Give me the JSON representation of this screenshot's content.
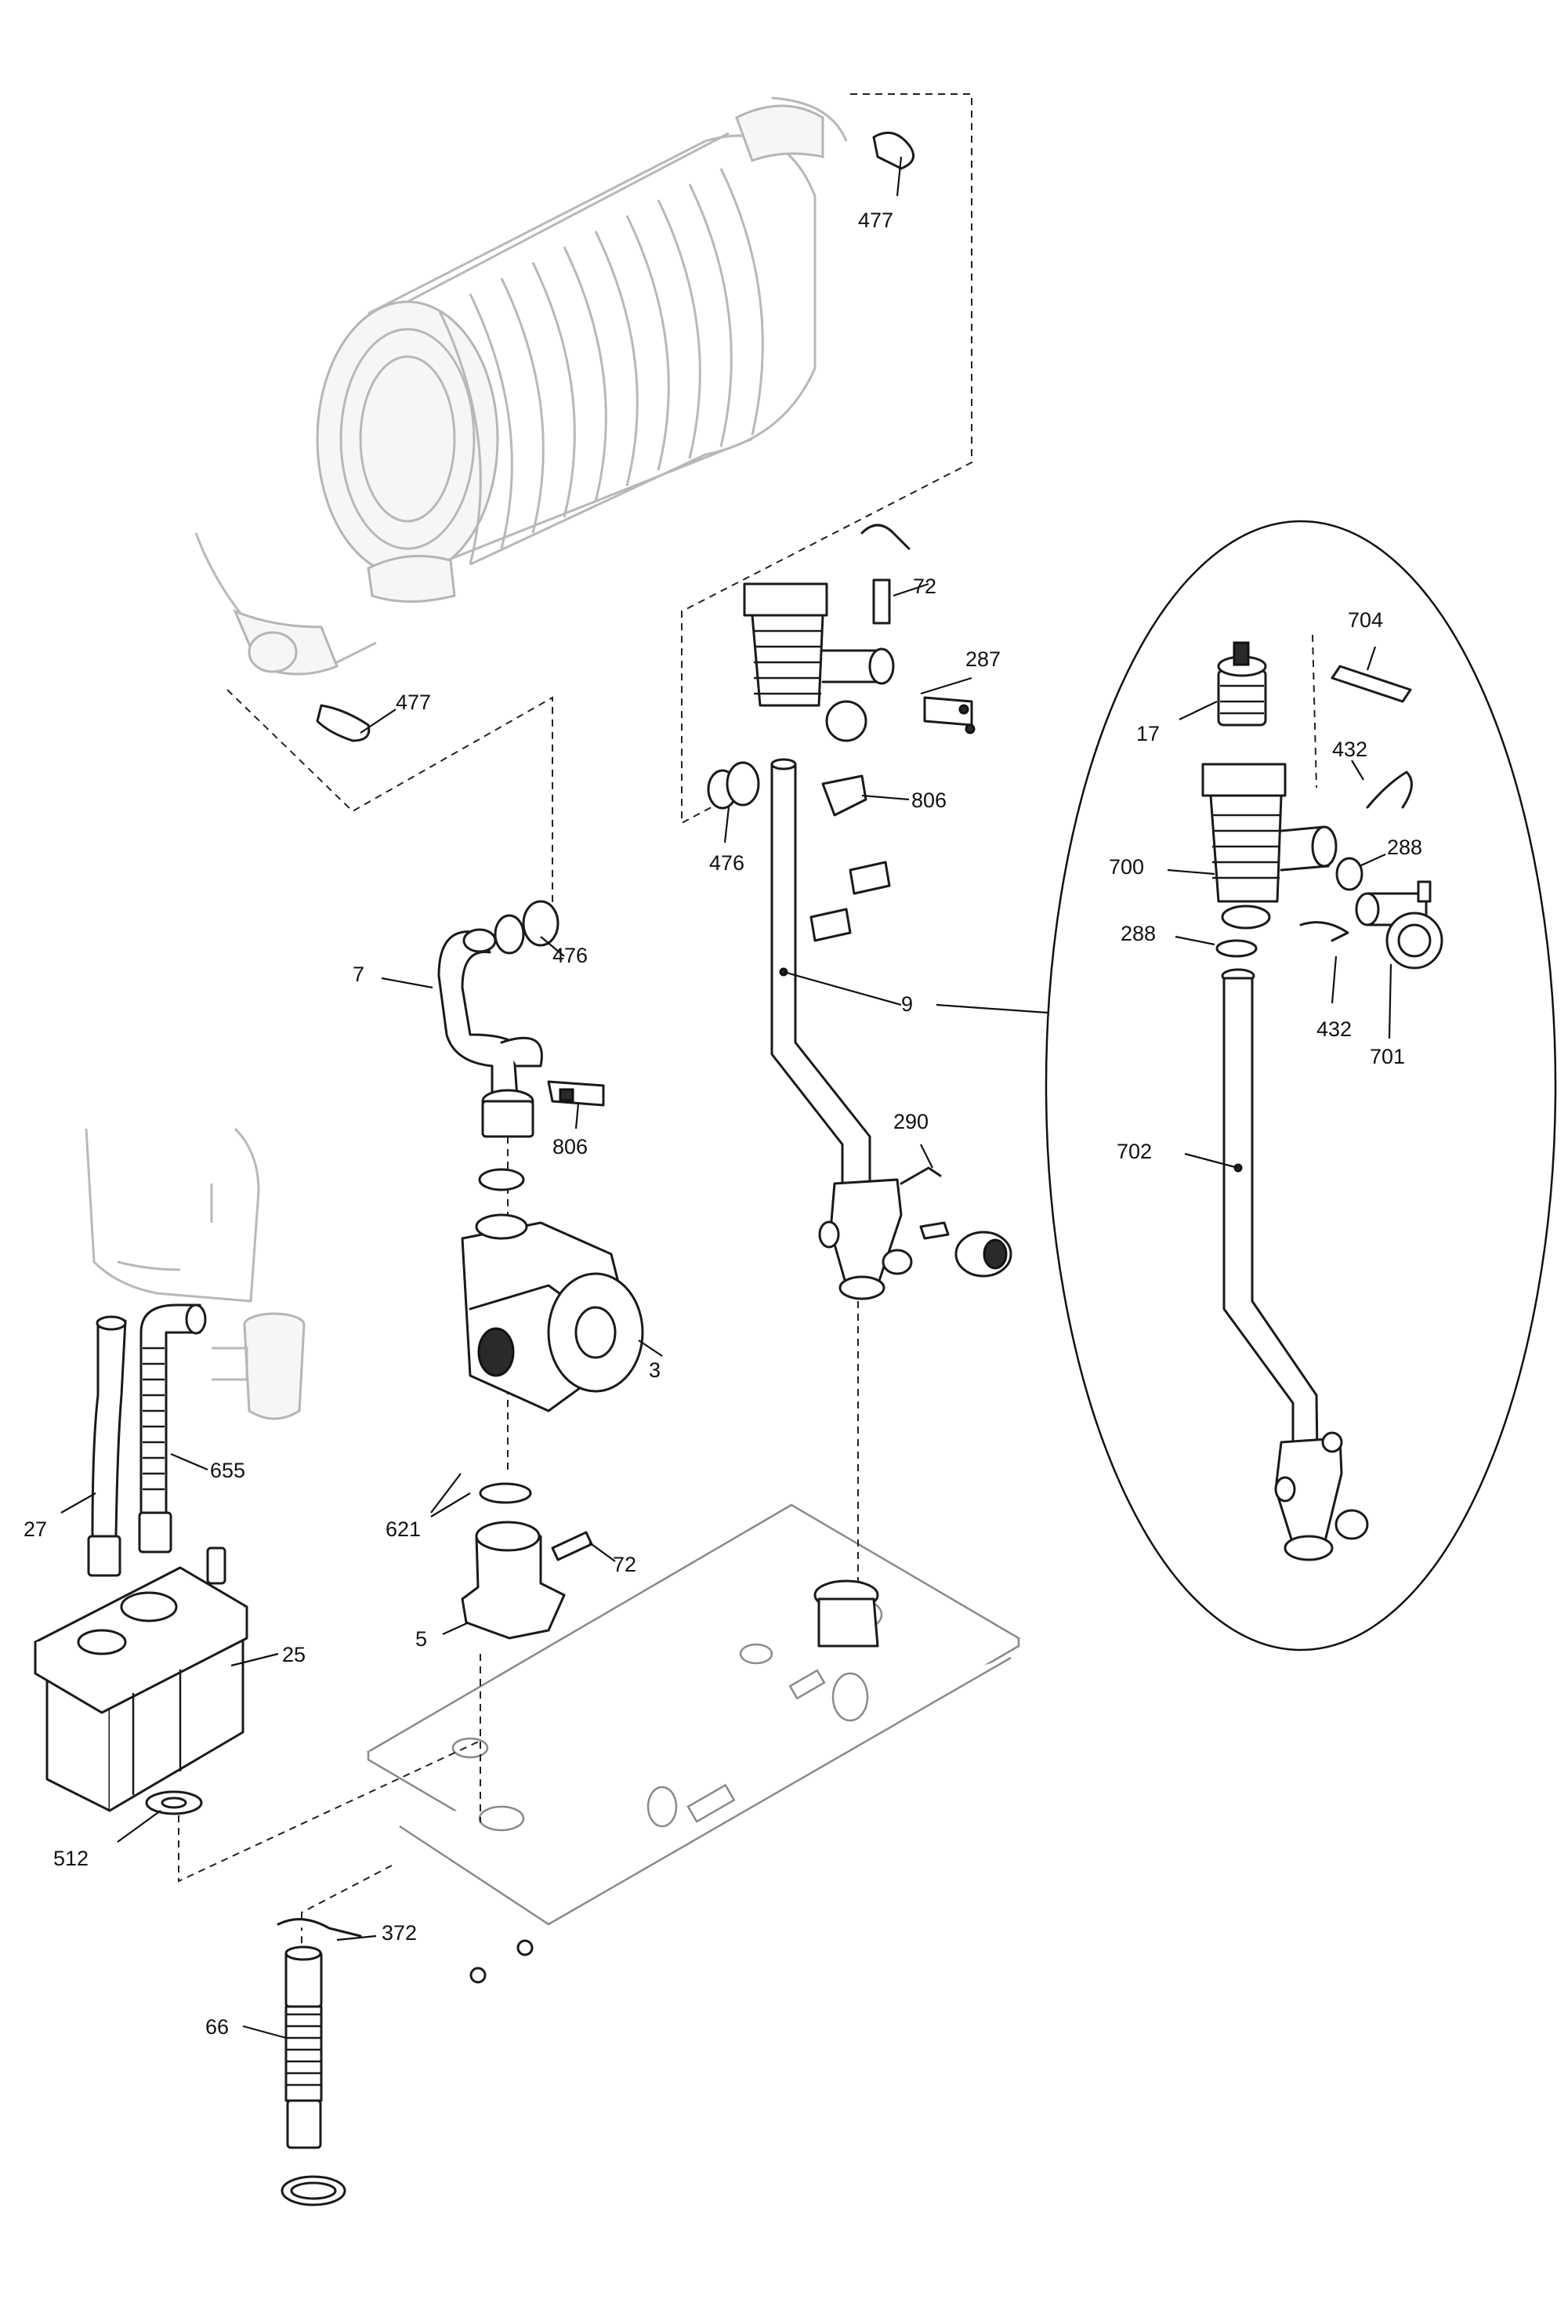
{
  "callouts": {
    "c477a": "477",
    "c477b": "477",
    "c72a": "72",
    "c287": "287",
    "c806a": "806",
    "c476a": "476",
    "c476b": "476",
    "c7": "7",
    "c806b": "806",
    "c9": "9",
    "c290": "290",
    "c3": "3",
    "c621": "621",
    "c72b": "72",
    "c5": "5",
    "c27": "27",
    "c655": "655",
    "c25": "25",
    "c512": "512",
    "c372": "372",
    "c66": "66",
    "c704": "704",
    "c17": "17",
    "c432a": "432",
    "c288a": "288",
    "c700": "700",
    "c288b": "288",
    "c432b": "432",
    "c701": "701",
    "c702": "702"
  },
  "colors": {
    "line": "#1a1a1a",
    "ghost": "#b8b8b8",
    "background": "#ffffff"
  }
}
